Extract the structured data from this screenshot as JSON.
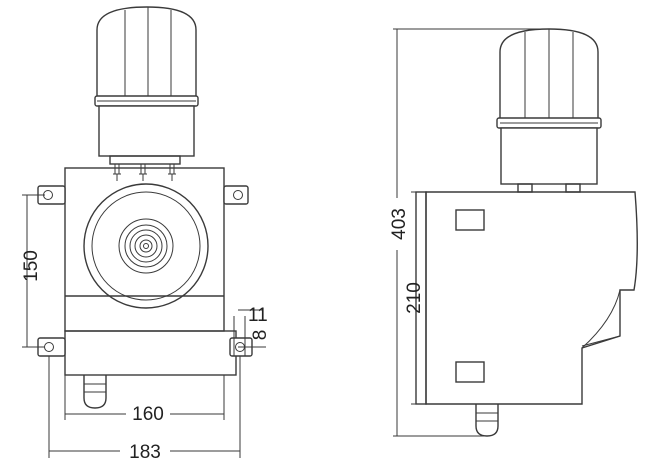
{
  "dimensions": {
    "front_vertical_hole_spacing": "150",
    "front_hole_offset_a": "11",
    "front_hole_offset_b": "8",
    "front_inner_width": "160",
    "front_overall_width": "183",
    "side_overall_height": "403",
    "side_body_height": "210"
  },
  "colors": {
    "line": "#3a3a3a",
    "text": "#222222",
    "background": "#ffffff"
  }
}
